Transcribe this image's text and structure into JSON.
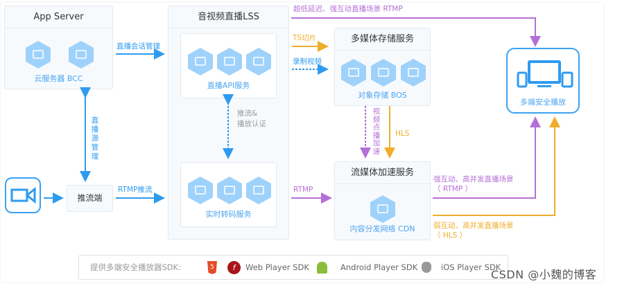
{
  "app_server": {
    "title": "App Server",
    "caption": "云服务器 BCC"
  },
  "lss": {
    "title": "音视频直播LSS",
    "api_caption": "直播API服务",
    "transcode_caption": "实时转码服务"
  },
  "storage": {
    "title": "多媒体存储服务",
    "caption": "对象存储 BOS"
  },
  "cdn": {
    "title": "流媒体加速服务",
    "caption": "内容分发网络 CDN"
  },
  "playback": {
    "caption": "多端安全播放"
  },
  "pusher": {
    "label": "推流端"
  },
  "edges": {
    "session_mgmt": "直播会话管理",
    "source_mgmt": "直播源管理",
    "auth": [
      "推流&",
      "播放认证"
    ],
    "rtmp_push": "RTMP推流",
    "ultra_low": "超低延迟、强互动直播场景 RTMP",
    "ts": "TS切片",
    "record": "录制视频",
    "vod_accel": "视频点播加速",
    "hls": "HLS",
    "rtmp": "RTMP",
    "strong": [
      "强互动、高并发直播场景",
      "（ RTMP ）"
    ],
    "weak": [
      "弱互动、高并发直播场景",
      "（ HLS ）"
    ]
  },
  "sdk": {
    "label": "提供多端安全播放器SDK:",
    "items": [
      "Web Player SDK",
      "Android Player SDK",
      "iOS Player SDK"
    ]
  },
  "watermark": "CSDN @小魏的博客",
  "colors": {
    "blue": "#2e9bf0",
    "purple": "#b56fd6",
    "orange": "#f0ad2a",
    "hex": "#9fd2fb"
  }
}
